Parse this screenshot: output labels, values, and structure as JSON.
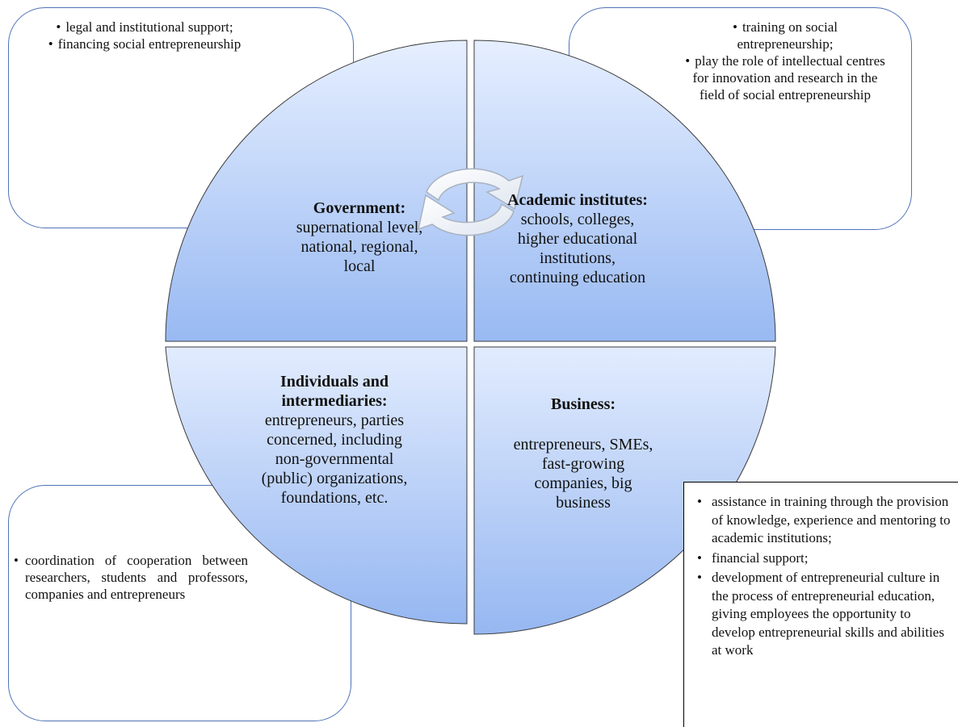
{
  "quadrants": {
    "government": {
      "title": "Government:",
      "body_lines": [
        "supernational level,",
        "national, regional,",
        "local"
      ]
    },
    "academic": {
      "title": "Academic institutes:",
      "body_lines": [
        "schools, colleges,",
        "higher educational",
        "institutions,",
        "continuing education"
      ]
    },
    "individuals": {
      "title_lines": [
        "Individuals and",
        "intermediaries:"
      ],
      "body_lines": [
        "entrepreneurs, parties",
        "concerned, including",
        "non-governmental",
        "(public) organizations,",
        "foundations, etc."
      ]
    },
    "business": {
      "title": "Business:",
      "body_lines": [
        "entrepreneurs, SMEs,",
        "fast-growing",
        "companies, big",
        "business"
      ]
    }
  },
  "notes": {
    "government": [
      "legal and institutional support;",
      "financing social entrepreneurship"
    ],
    "academic": [
      "training on social entrepreneurship;",
      "play the role of intellectual centres for innovation and research in the field of social entrepreneurship"
    ],
    "individuals": [
      "coordination of cooperation between researchers, students and professors, companies and entrepreneurs"
    ],
    "business": [
      "assistance in training through the provision of knowledge, experience and mentoring to academic institutions;",
      "financial support;",
      "development of entrepreneurial culture in the process of entrepreneurial education, giving employees the opportunity to develop entrepreneurial skills and abilities at work"
    ]
  },
  "colors": {
    "box_border": "#4f72b8",
    "quadrant_light": "#e6efff",
    "quadrant_dark": "#98b9f2",
    "quadrant_edge": "#3c3c3c"
  },
  "icons": {
    "center": "cycle-arrows-icon"
  }
}
